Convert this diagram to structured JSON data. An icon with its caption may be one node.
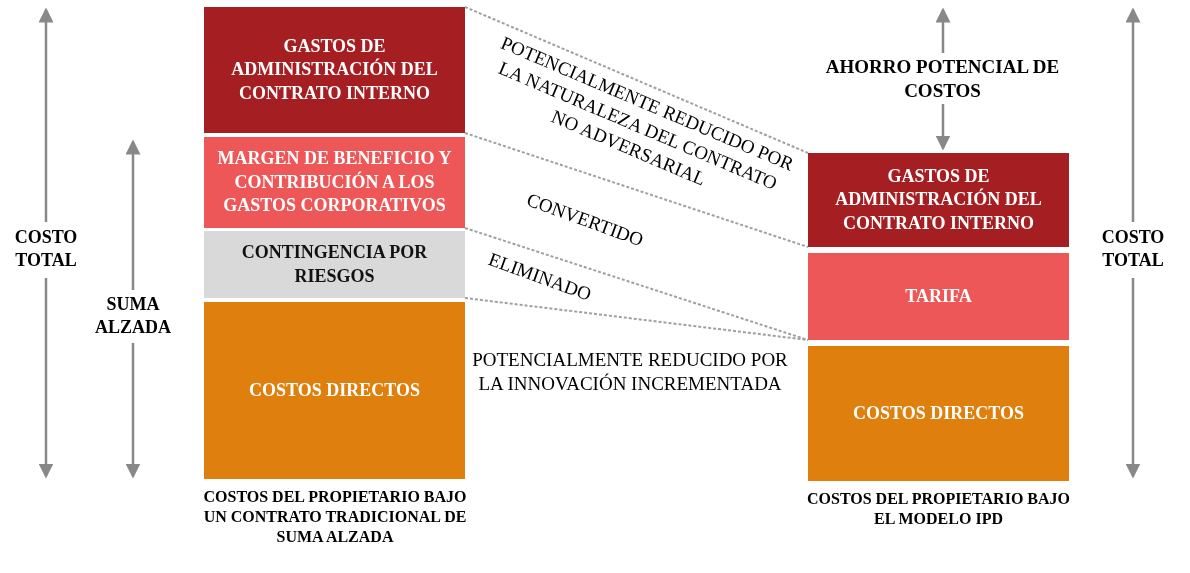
{
  "diagram": {
    "nodes": [
      {
        "text": [
          "GASTOS DE ADMINISTRACIÓN DEL CONTRATO INTERNO"
        ]
      },
      {
        "text": [
          "MARGEN DE BENEFICIO Y CONTRIBUCIÓN A LOS GASTOS CORPORATIVOS"
        ]
      },
      {
        "text": [
          "CONTINGENCIA POR RIESGOS"
        ]
      },
      {
        "text": [
          "COSTOS DIRECTOS"
        ]
      },
      {
        "text": [
          "GASTOS DE ADMINISTRACIÓN DEL CONTRATO INTERNO"
        ]
      },
      {
        "text": [
          "TARIFA"
        ]
      },
      {
        "text": [
          "COSTOS DIRECTOS"
        ]
      }
    ],
    "edges": [
      {
        "from": 0,
        "to": 4,
        "arrow": "none",
        "style": "dashed"
      },
      {
        "from": 0,
        "to": 4,
        "arrow": "none",
        "style": "dashed"
      },
      {
        "from": 1,
        "to": 5,
        "arrow": "none",
        "style": "dashed"
      },
      {
        "from": 2,
        "to": 5,
        "arrow": "none",
        "style": "dashed"
      }
    ],
    "labels": [
      "COSTO TOTAL",
      "SUMA ALZADA",
      "POTENCIALMENTE REDUCIDO POR LA NATURALEZA DEL CONTRATO NO ADVERSARIAL",
      "CONVERTIDO",
      "ELIMINADO",
      "POTENCIALMENTE REDUCIDO POR LA INNOVACIÓN INCREMENTADA",
      "AHORRO POTENCIAL DE COSTOS",
      "COSTO TOTAL",
      "COSTOS DEL PROPIETARIO BAJO UN CONTRATO TRADICIONAL DE SUMA ALZADA",
      "COSTOS DEL PROPIETARIO BAJO EL MODELO IPD"
    ]
  }
}
